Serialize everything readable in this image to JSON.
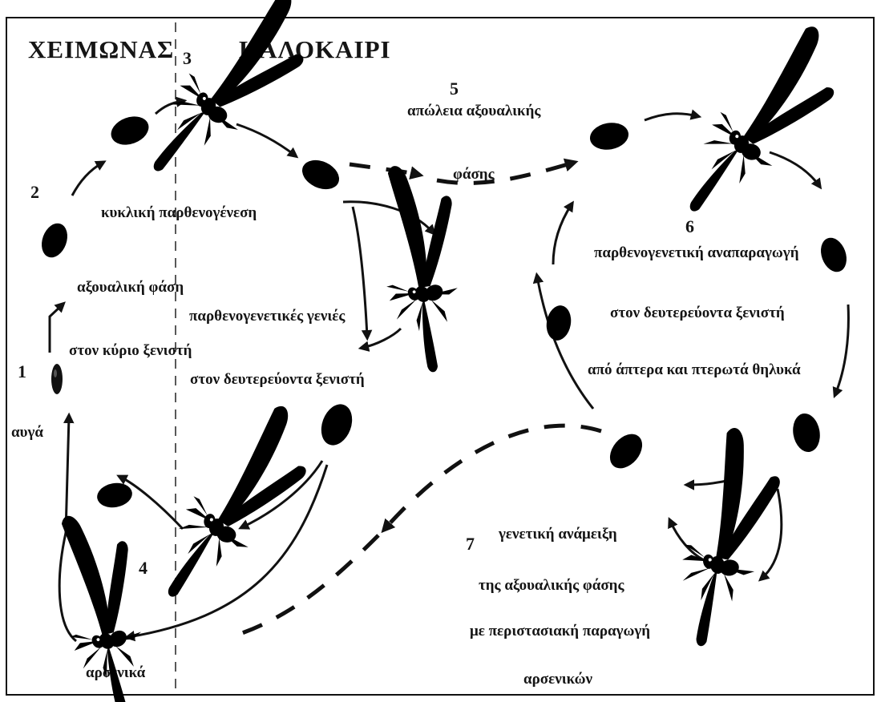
{
  "seasons": {
    "winter": "ΧΕΙΜΩΝΑΣ",
    "summer": "ΚΑΛΟΚΑΙΡΙ"
  },
  "stage_numbers": [
    "1",
    "2",
    "3",
    "4",
    "5",
    "6",
    "7"
  ],
  "labels": {
    "eggs": "αυγά",
    "primary_host": "στον κύριο ξενιστή",
    "sexual_phase": "αξουαλική φάση",
    "cyclic_parthenogenesis": "κυκλική παρθενογένεση",
    "parthenogenetic_generations": "παρθενογενετικές γενιές",
    "secondary_host_left": "στον δευτερεύοντα ξενιστή",
    "loss_sexual_1": "απώλεια αξουαλικής",
    "loss_sexual_2": "φάσης",
    "parth_reproduction": "παρθενογενετική αναπαραγωγή",
    "secondary_host_right": "στον δευτερεύοντα ξενιστή",
    "wingless_winged": "από άπτερα και πτερωτά θηλυκά",
    "genetic_mixing": "γενετική ανάμειξη",
    "of_sexual_phase": "της αξουαλικής φάσης",
    "with_production": "με περιστασιακή παραγωγή",
    "of_males": "αρσενικών",
    "males": "αρσενικά"
  },
  "icons": [
    "aphid-icon",
    "winged-aphid-icon",
    "egg-icon",
    "arrowhead-icon"
  ]
}
